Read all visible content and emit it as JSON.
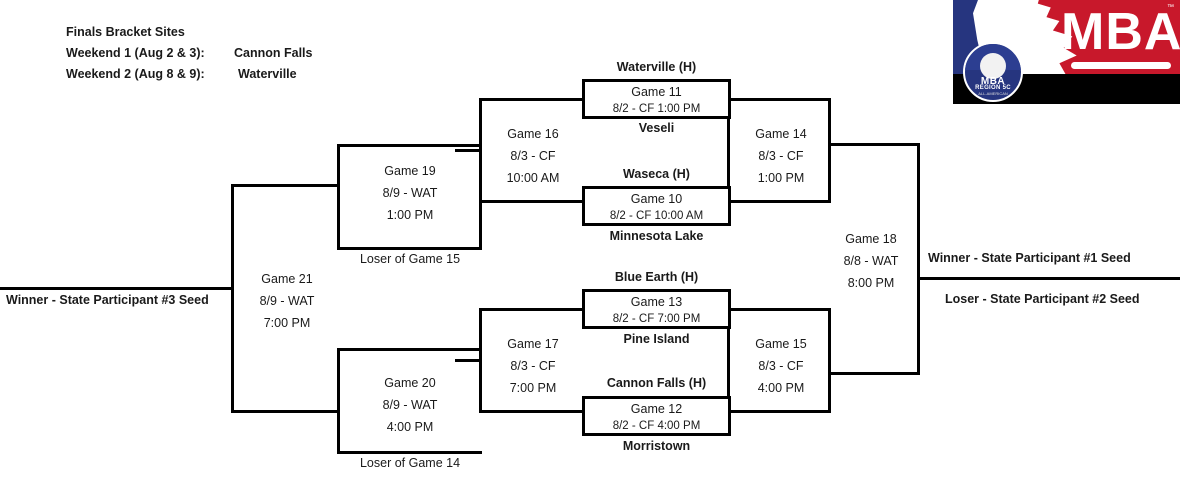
{
  "header": {
    "title": "Finals Bracket Sites",
    "rows": [
      {
        "label": "Weekend 1 (Aug 2 & 3):",
        "value": "Cannon Falls"
      },
      {
        "label": "Weekend 2 (Aug 8 & 9):",
        "value": "Waterville"
      }
    ]
  },
  "logo": {
    "wordmark": "MBA",
    "tm": "™",
    "badge_line1": "MBA",
    "badge_line2": "REGION 5C",
    "badge_line3": "ALL-AMERICAN",
    "colors": {
      "red": "#c8182b",
      "blue": "#26357f",
      "black": "#000000",
      "white": "#ffffff"
    }
  },
  "games": {
    "g10": {
      "name": "Game 10",
      "when": "8/2 - CF 10:00 AM",
      "top_team": "Waseca (H)",
      "bottom_team": "Minnesota Lake"
    },
    "g11": {
      "name": "Game 11",
      "when": "8/2 - CF 1:00 PM",
      "top_team": "Waterville (H)",
      "bottom_team": "Veseli"
    },
    "g12": {
      "name": "Game 12",
      "when": "8/2 - CF 4:00 PM",
      "top_team": "Cannon Falls (H)",
      "bottom_team": "Morristown"
    },
    "g13": {
      "name": "Game 13",
      "when": "8/2 - CF 7:00 PM",
      "top_team": "Blue Earth (H)",
      "bottom_team": "Pine Island"
    },
    "g14": {
      "name": "Game 14",
      "date": "8/3 - CF",
      "time": "1:00 PM"
    },
    "g15": {
      "name": "Game 15",
      "date": "8/3 - CF",
      "time": "4:00 PM"
    },
    "g16": {
      "name": "Game 16",
      "date": "8/3 - CF",
      "time": "10:00 AM"
    },
    "g17": {
      "name": "Game 17",
      "date": "8/3 - CF",
      "time": "7:00 PM"
    },
    "g18": {
      "name": "Game 18",
      "date": "8/8 - WAT",
      "time": "8:00 PM"
    },
    "g19": {
      "name": "Game 19",
      "date": "8/9 - WAT",
      "time": "1:00 PM"
    },
    "g20": {
      "name": "Game 20",
      "date": "8/9 - WAT",
      "time": "4:00 PM"
    },
    "g21": {
      "name": "Game 21",
      "date": "8/9 - WAT",
      "time": "7:00 PM"
    }
  },
  "feeds": {
    "loser_of_15": "Loser of Game 15",
    "loser_of_14": "Loser of Game 14"
  },
  "outcomes": {
    "winner_1_seed": "Winner - State Participant #1 Seed",
    "loser_2_seed": "Loser  - State Participant #2 Seed",
    "winner_3_seed": "Winner - State Participant #3 Seed"
  }
}
